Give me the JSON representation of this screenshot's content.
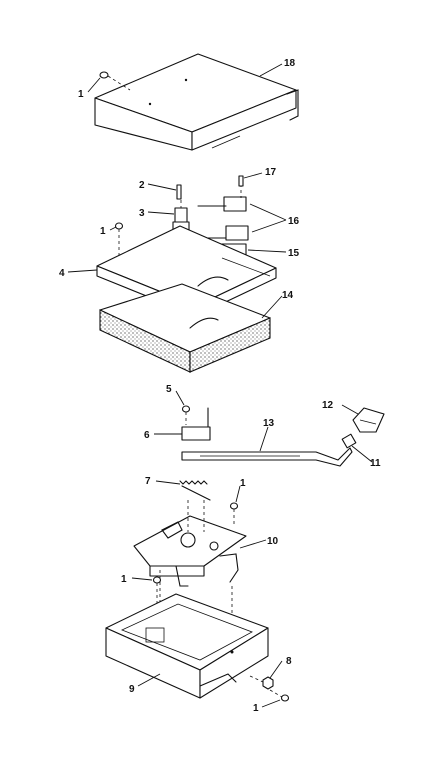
{
  "diagram": {
    "callouts": {
      "c1_top": "1",
      "c18": "18",
      "c2": "2",
      "c17": "17",
      "c3": "3",
      "c16": "16",
      "c1_mid": "1",
      "c15": "15",
      "c4": "4",
      "c14": "14",
      "c5": "5",
      "c12": "12",
      "c13": "13",
      "c6": "6",
      "c11": "11",
      "c7": "7",
      "c1_lower": "1",
      "c10": "10",
      "c1_base": "1",
      "c8": "8",
      "c9": "9",
      "c1_bottom": "1"
    }
  }
}
